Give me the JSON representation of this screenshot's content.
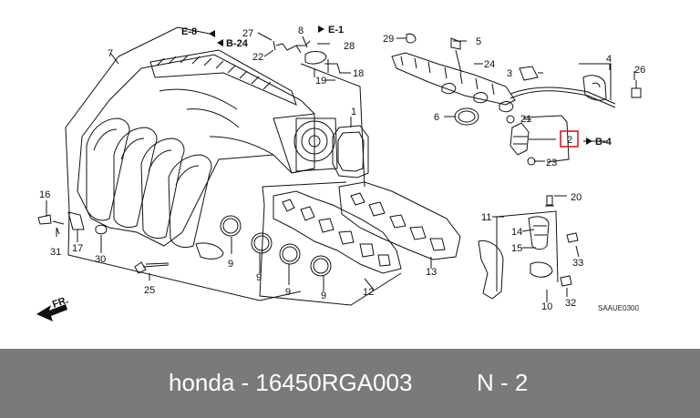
{
  "callouts": {
    "c1": "1",
    "c2": "2",
    "c3": "3",
    "c4": "4",
    "c5": "5",
    "c6": "6",
    "c7": "7",
    "c8": "8",
    "c9a": "9",
    "c9b": "9",
    "c9c": "9",
    "c9d": "9",
    "c10": "10",
    "c11": "11",
    "c12": "12",
    "c13": "13",
    "c14": "14",
    "c15": "15",
    "c16": "16",
    "c17": "17",
    "c18": "18",
    "c19": "19",
    "c20": "20",
    "c21": "21",
    "c22": "22",
    "c23": "23",
    "c24": "24",
    "c25": "25",
    "c26": "26",
    "c27": "27",
    "c28": "28",
    "c29": "29",
    "c30": "30",
    "c31": "31",
    "c32": "32",
    "c33": "33"
  },
  "references": {
    "e8": "E-8",
    "b24": "B-24",
    "e1": "E-1",
    "b4": "B-4"
  },
  "direction": "FR.",
  "diagram_code": "SAAUE0300",
  "highlight_color": "#d42020",
  "caption": {
    "brand": "honda - 16450RGA003",
    "position": "N - 2"
  }
}
